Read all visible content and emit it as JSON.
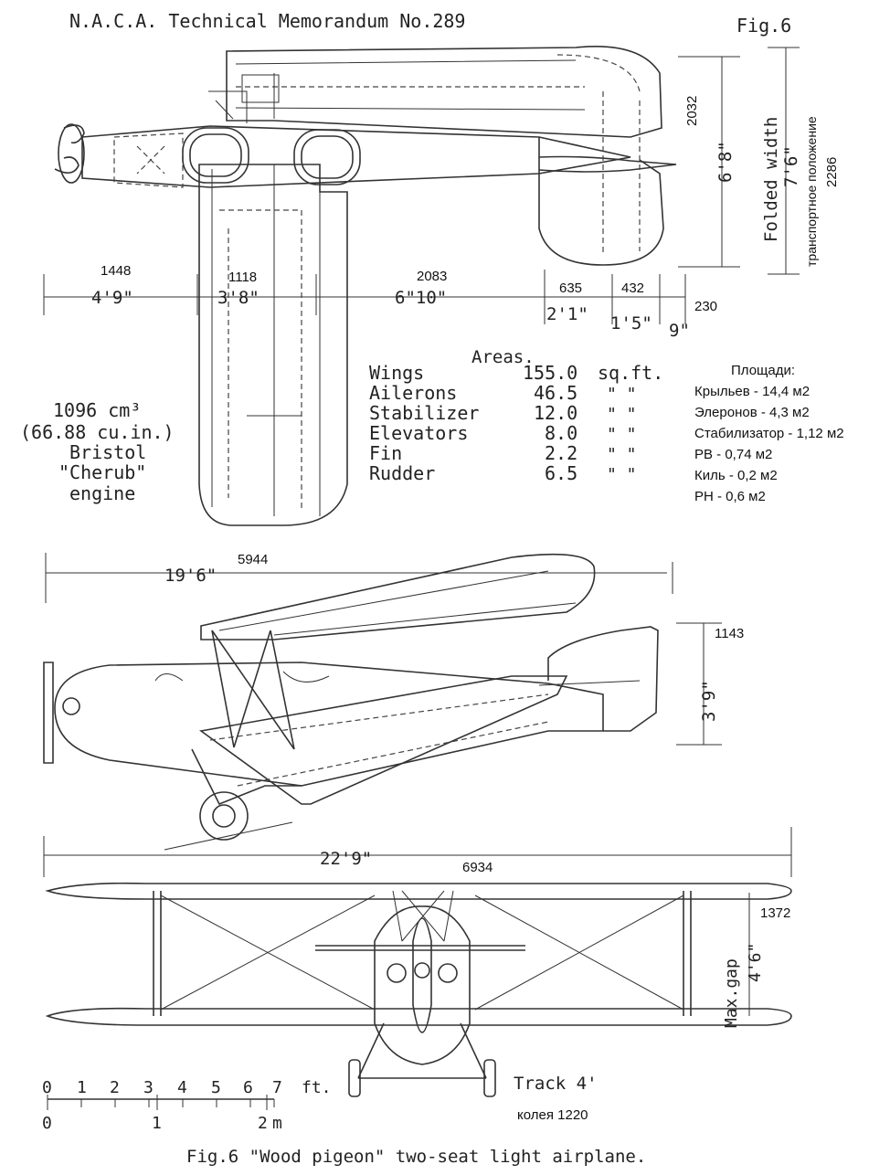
{
  "header": {
    "memo": "N.A.C.A. Technical Memorandum No.289",
    "fig": "Fig.6"
  },
  "top_view": {
    "dims_mm": [
      "1448",
      "1118",
      "2083",
      "635",
      "432",
      "230"
    ],
    "dims_ft": [
      "4'9\"",
      "3'8\"",
      "6\"10\"",
      "2'1\"",
      "1'5\"",
      "9\""
    ],
    "side_mm": "2032",
    "side_ft": "6'8\"",
    "folded_label": "Folded width",
    "folded_ft": "7'6\"",
    "folded_ru": "транспортное положение",
    "folded_mm": "2286"
  },
  "engine": {
    "line1": "1096 cm³",
    "line2": "(66.88 cu.in.)",
    "line3": "Bristol",
    "line4": "\"Cherub\"",
    "line5": "engine"
  },
  "areas": {
    "title": "Areas.",
    "rows": [
      {
        "name": "Wings",
        "value": "155.0",
        "unit": "sq.ft."
      },
      {
        "name": "Ailerons",
        "value": "46.5",
        "unit": "\"   \""
      },
      {
        "name": "Stabilizer",
        "value": "12.0",
        "unit": "\"   \""
      },
      {
        "name": "Elevators",
        "value": "8.0",
        "unit": "\"   \""
      },
      {
        "name": "Fin",
        "value": "2.2",
        "unit": "\"   \""
      },
      {
        "name": "Rudder",
        "value": "6.5",
        "unit": "\"   \""
      }
    ]
  },
  "areas_ru": {
    "title": "Площади:",
    "rows": [
      "Крыльев - 14,4 м2",
      "Элеронов - 4,3 м2",
      "Стабилизатор - 1,12 м2",
      "РВ - 0,74 м2",
      "Киль - 0,2 м2",
      "РН - 0,6 м2"
    ]
  },
  "side_view": {
    "length_ft": "19'6\"",
    "length_mm": "5944",
    "height_mm": "1143",
    "height_ft": "3'9\""
  },
  "front_view": {
    "span_ft": "22'9\"",
    "span_mm": "6934",
    "gap_label": "Max.gap",
    "gap_ft": "4'6\"",
    "gap_mm": "1372",
    "track": "Track 4'",
    "track_ru": "колея 1220"
  },
  "scale": {
    "ft_ticks": [
      "0",
      "1",
      "2",
      "3",
      "4",
      "5",
      "6",
      "7"
    ],
    "ft_unit": "ft.",
    "m_ticks": [
      "0",
      "1",
      "2"
    ],
    "m_unit": "m"
  },
  "caption": "Fig.6 \"Wood pigeon\" two-seat light airplane."
}
